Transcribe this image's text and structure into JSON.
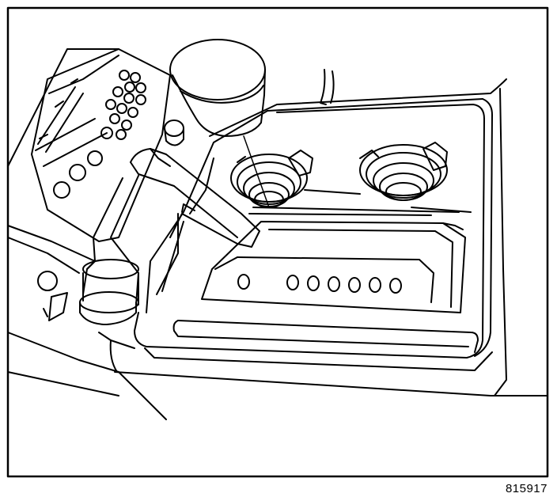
{
  "figure": {
    "number": "815917",
    "line_color": "#000000",
    "background_color": "#ffffff"
  },
  "parts": {
    "shifter": "transmission-shift-lever",
    "cover": "shift-knob-cover",
    "console": "center-console",
    "cupholders": "cup-holders",
    "indicator": "gear-position-indicator",
    "panel": "instrument-panel"
  }
}
